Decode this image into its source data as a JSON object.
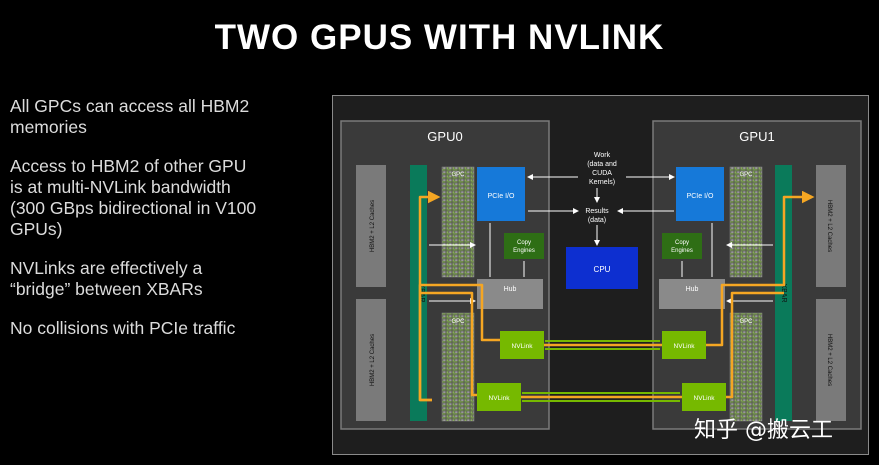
{
  "title": "TWO GPUS WITH NVLINK",
  "bullets": [
    "All GPCs can access all HBM2\nmemories",
    "Access to HBM2 of other GPU\nis at multi-NVLink bandwidth\n(300 GBps bidirectional in V100\nGPUs)",
    "NVLinks are effectively a\n“bridge” between XBARs",
    "No collisions with PCIe traffic"
  ],
  "diagram": {
    "gpu0_label": "GPU0",
    "gpu1_label": "GPU1",
    "hbm_label": "HBM2 + L2 Caches",
    "xbar_label": "XBAR",
    "gpc_label": "GPC",
    "pcie_label": "PCIe I/O",
    "copy_label_1": "Copy",
    "copy_label_2": "Engines",
    "hub_label": "Hub",
    "nvlink_label": "NVLink",
    "cpu_label": "CPU",
    "work_label": [
      "Work",
      "(data and",
      "CUDA",
      "Kernels)"
    ],
    "results_label": [
      "Results",
      "(data)"
    ],
    "colors": {
      "gpu_bg": "#3c3c3c",
      "hbm": "#7a7a7a",
      "xbar": "#0a7a5a",
      "gpc": "#6e6e6e",
      "pcie": "#1679d9",
      "copy": "#2e6e15",
      "hub": "#8a8a8a",
      "nvlink": "#76b900",
      "cpu": "#0d2fd0",
      "path": "#f5a623"
    }
  },
  "watermark": "知乎 @搬云工"
}
